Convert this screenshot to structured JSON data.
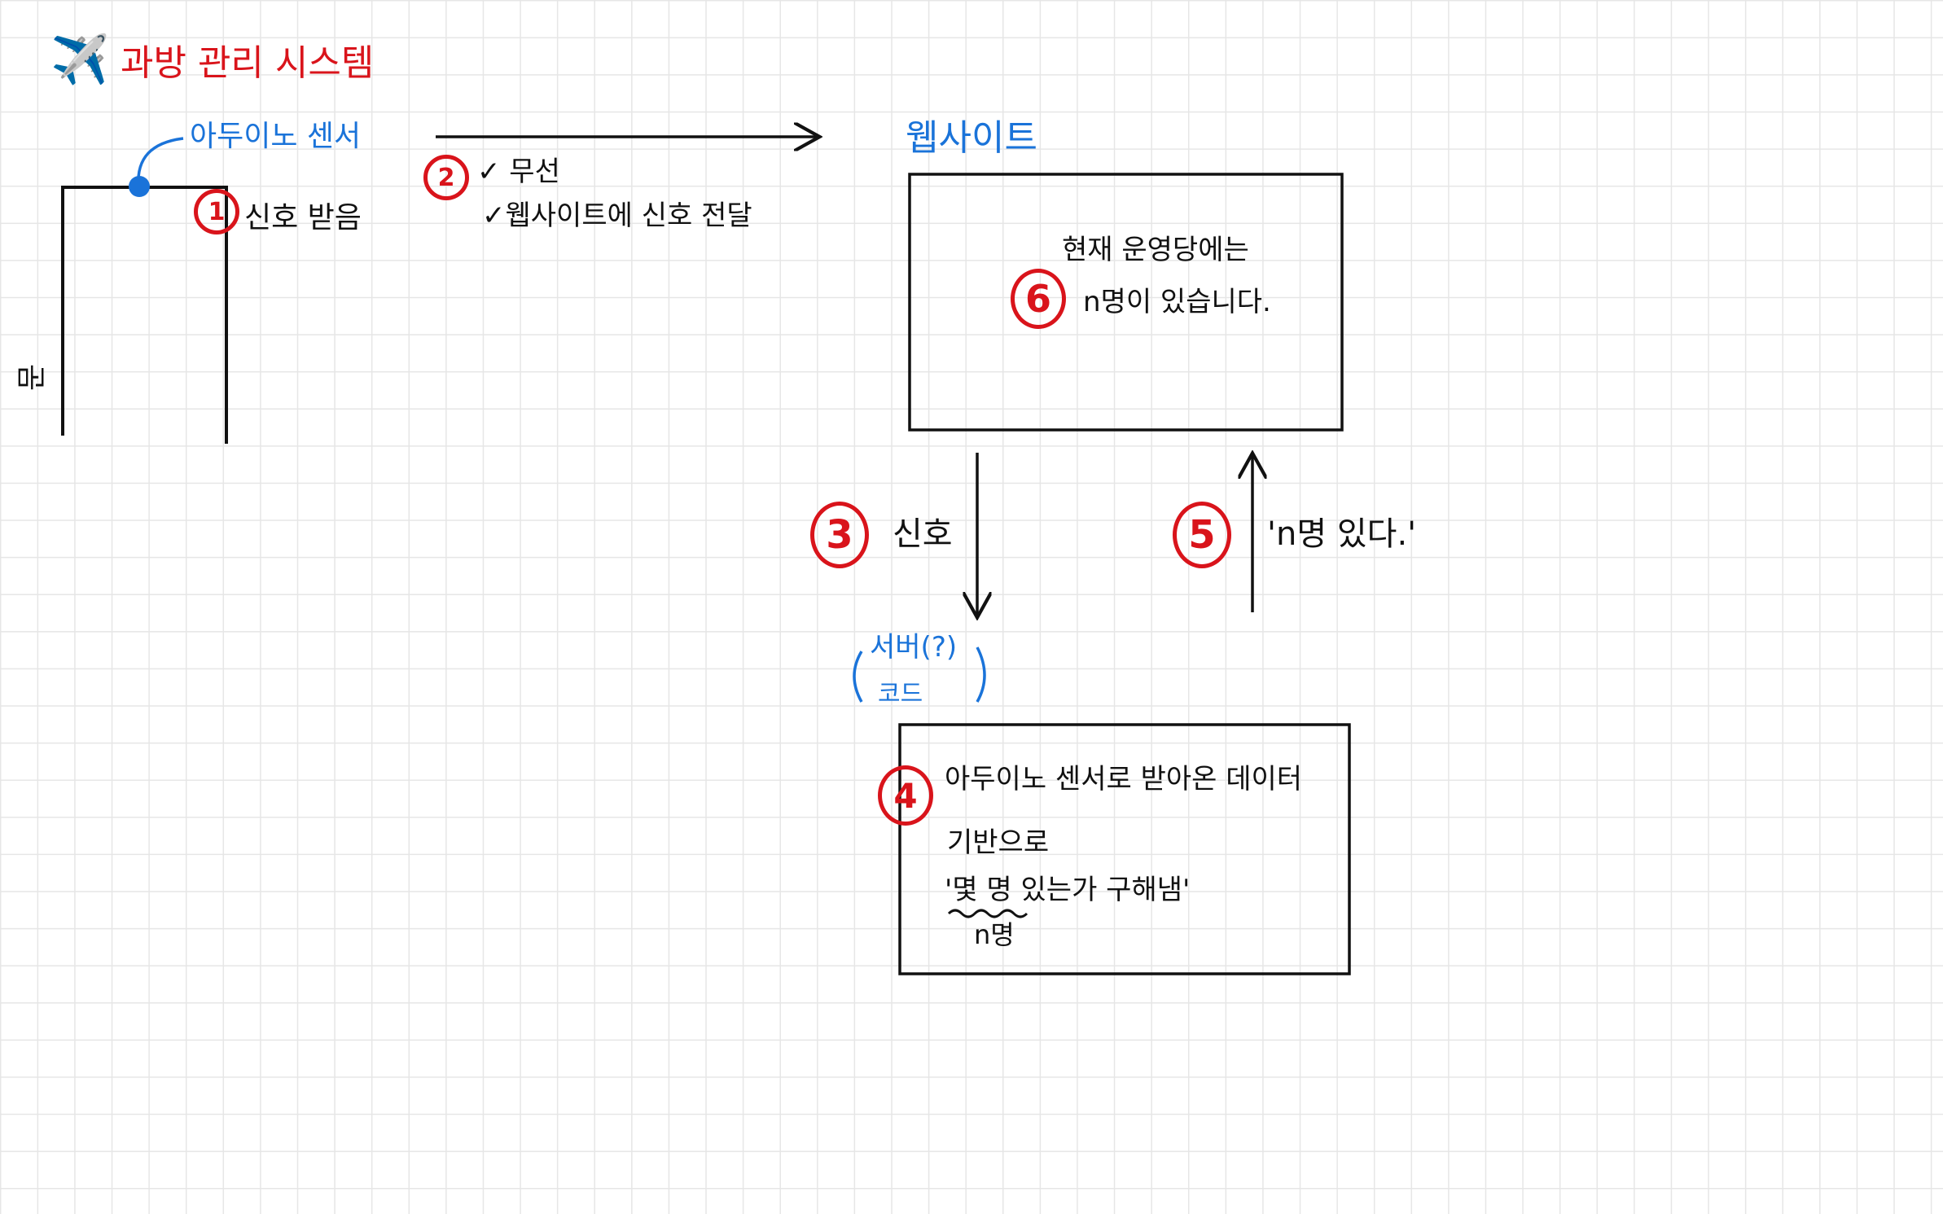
{
  "title": {
    "icon": "airplane-icon",
    "glyph": "✈️",
    "text": "과방 관리 시스템"
  },
  "door": {
    "label": "문"
  },
  "sensor": {
    "label": "아두이노 센서"
  },
  "steps": {
    "s1": {
      "number": "1",
      "text": "신호 받음"
    },
    "s2": {
      "number": "2",
      "line1": "✓ 무선",
      "line2": "✓웹사이트에 신호 전달"
    },
    "s3": {
      "number": "3",
      "text": "신호"
    },
    "s4": {
      "number": "4",
      "line1": "아두이노 센서로 받아온 데이터",
      "line2": "기반으로",
      "line3": "'몇 명 있는가 구해냄'",
      "annotation": "n명"
    },
    "s5": {
      "number": "5",
      "text": "'n명 있다.'"
    },
    "s6": {
      "number": "6",
      "line1": "현재 운영당에는",
      "line2": "n명이 있습니다."
    }
  },
  "website": {
    "label": "웹사이트"
  },
  "server": {
    "line1": "서버(?)",
    "line2": "코드"
  },
  "colors": {
    "red": "#d9141b",
    "blue": "#1a73d9",
    "black": "#111111",
    "grid": "#e6e6e6"
  }
}
